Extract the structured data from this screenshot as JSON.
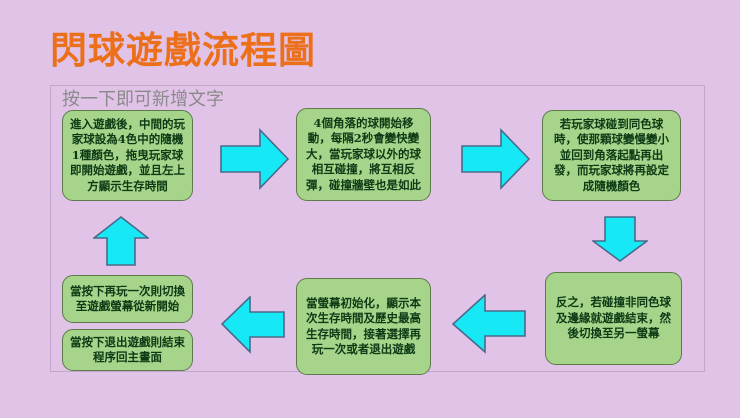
{
  "slide": {
    "background_color": "#e2c3e8",
    "title": "閃球遊戲流程圖",
    "title_color": "#ec7019",
    "placeholder_prompt": "按一下即可新增文字"
  },
  "flowchart": {
    "node_fill_color": "#a5d48a",
    "node_border_color": "#5d7a4a",
    "arrow_fill_color": "#17e8f6",
    "arrow_border_color": "#4a6a8a",
    "nodes": [
      {
        "id": "node-1",
        "text": "進入遊戲後，中間的玩家球設為4色中的隨機1種顏色，拖曳玩家球即開始遊戲，並且左上方顯示生存時間"
      },
      {
        "id": "node-2",
        "text": "4個角落的球開始移動，每隔2秒會變快變大，當玩家球以外的球相互碰撞，將互相反彈，碰撞牆壁也是如此"
      },
      {
        "id": "node-3",
        "text": "若玩家球碰到同色球時，使那顆球變慢變小並回到角落起點再出發，而玩家球將再設定成隨機顏色"
      },
      {
        "id": "node-4",
        "text": "反之，若碰撞非同色球及邊緣就遊戲結束，然後切換至另一螢幕"
      },
      {
        "id": "node-5",
        "text": "當螢幕初始化，顯示本次生存時間及歷史最高生存時間，接著選擇再玩一次或者退出遊戲"
      },
      {
        "id": "node-6",
        "text": "當按下再玩一次則切換至遊戲螢幕從新開始"
      },
      {
        "id": "node-7",
        "text": "當按下退出遊戲則結束程序回主畫面"
      }
    ],
    "arrows": [
      {
        "id": "arrow-1",
        "direction": "right",
        "from": "node-1",
        "to": "node-2"
      },
      {
        "id": "arrow-2",
        "direction": "right",
        "from": "node-2",
        "to": "node-3"
      },
      {
        "id": "arrow-3",
        "direction": "down",
        "from": "node-3",
        "to": "node-4"
      },
      {
        "id": "arrow-4",
        "direction": "left",
        "from": "node-4",
        "to": "node-5"
      },
      {
        "id": "arrow-5",
        "direction": "left",
        "from": "node-5",
        "to": "node-6"
      },
      {
        "id": "arrow-6",
        "direction": "up",
        "from": "node-6",
        "to": "node-1"
      }
    ]
  }
}
